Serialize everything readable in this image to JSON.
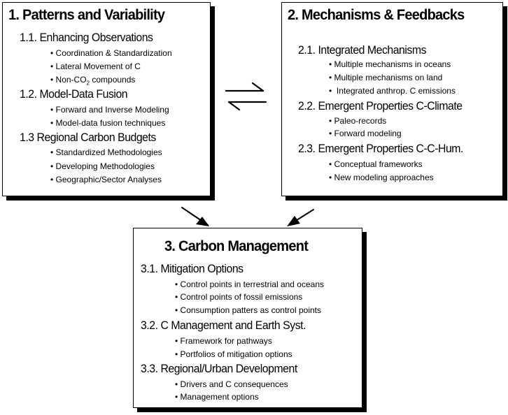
{
  "box1": {
    "title": "1. Patterns and Variability",
    "s1": "1.1. Enhancing Observations",
    "s1_items": [
      "Coordination & Standardization",
      "Lateral Movement of C"
    ],
    "s1_item3_pre": "Non-CO",
    "s1_item3_sub": "2",
    "s1_item3_post": " compounds",
    "s2": "1.2. Model-Data Fusion",
    "s2_items": [
      "Forward and Inverse Modeling",
      "Model-data fusion techniques"
    ],
    "s3": "1.3 Regional Carbon Budgets",
    "s3_items": [
      "Standardized Methodologies",
      "Developing Methodologies",
      "Geographic/Sector Analyses"
    ]
  },
  "box2": {
    "title": "2. Mechanisms & Feedbacks",
    "s1": "2.1. Integrated Mechanisms",
    "s1_items": [
      "Multiple mechanisms in oceans",
      "Multiple mechanisms on land",
      "Integrated anthrop. C emissions"
    ],
    "s2": "2.2. Emergent Properties C-Climate",
    "s2_items": [
      "Paleo-records",
      "Forward modeling"
    ],
    "s3": "2.3. Emergent Properties C-C-Hum.",
    "s3_items": [
      "Conceptual frameworks",
      "New modeling approaches"
    ]
  },
  "box3": {
    "title": "3. Carbon Management",
    "s1": "3.1. Mitigation Options",
    "s1_items": [
      "Control points in terrestrial and oceans",
      "Control points of fossil emissions",
      "Consumption patters as control points"
    ],
    "s2": "3.2. C Management and Earth Syst.",
    "s2_items": [
      "Framework for pathways",
      "Portfolios of mitigation options"
    ],
    "s3": "3.3. Regional/Urban Development",
    "s3_items": [
      "Drivers and C consequences",
      "Management options"
    ]
  },
  "bullet": "•"
}
